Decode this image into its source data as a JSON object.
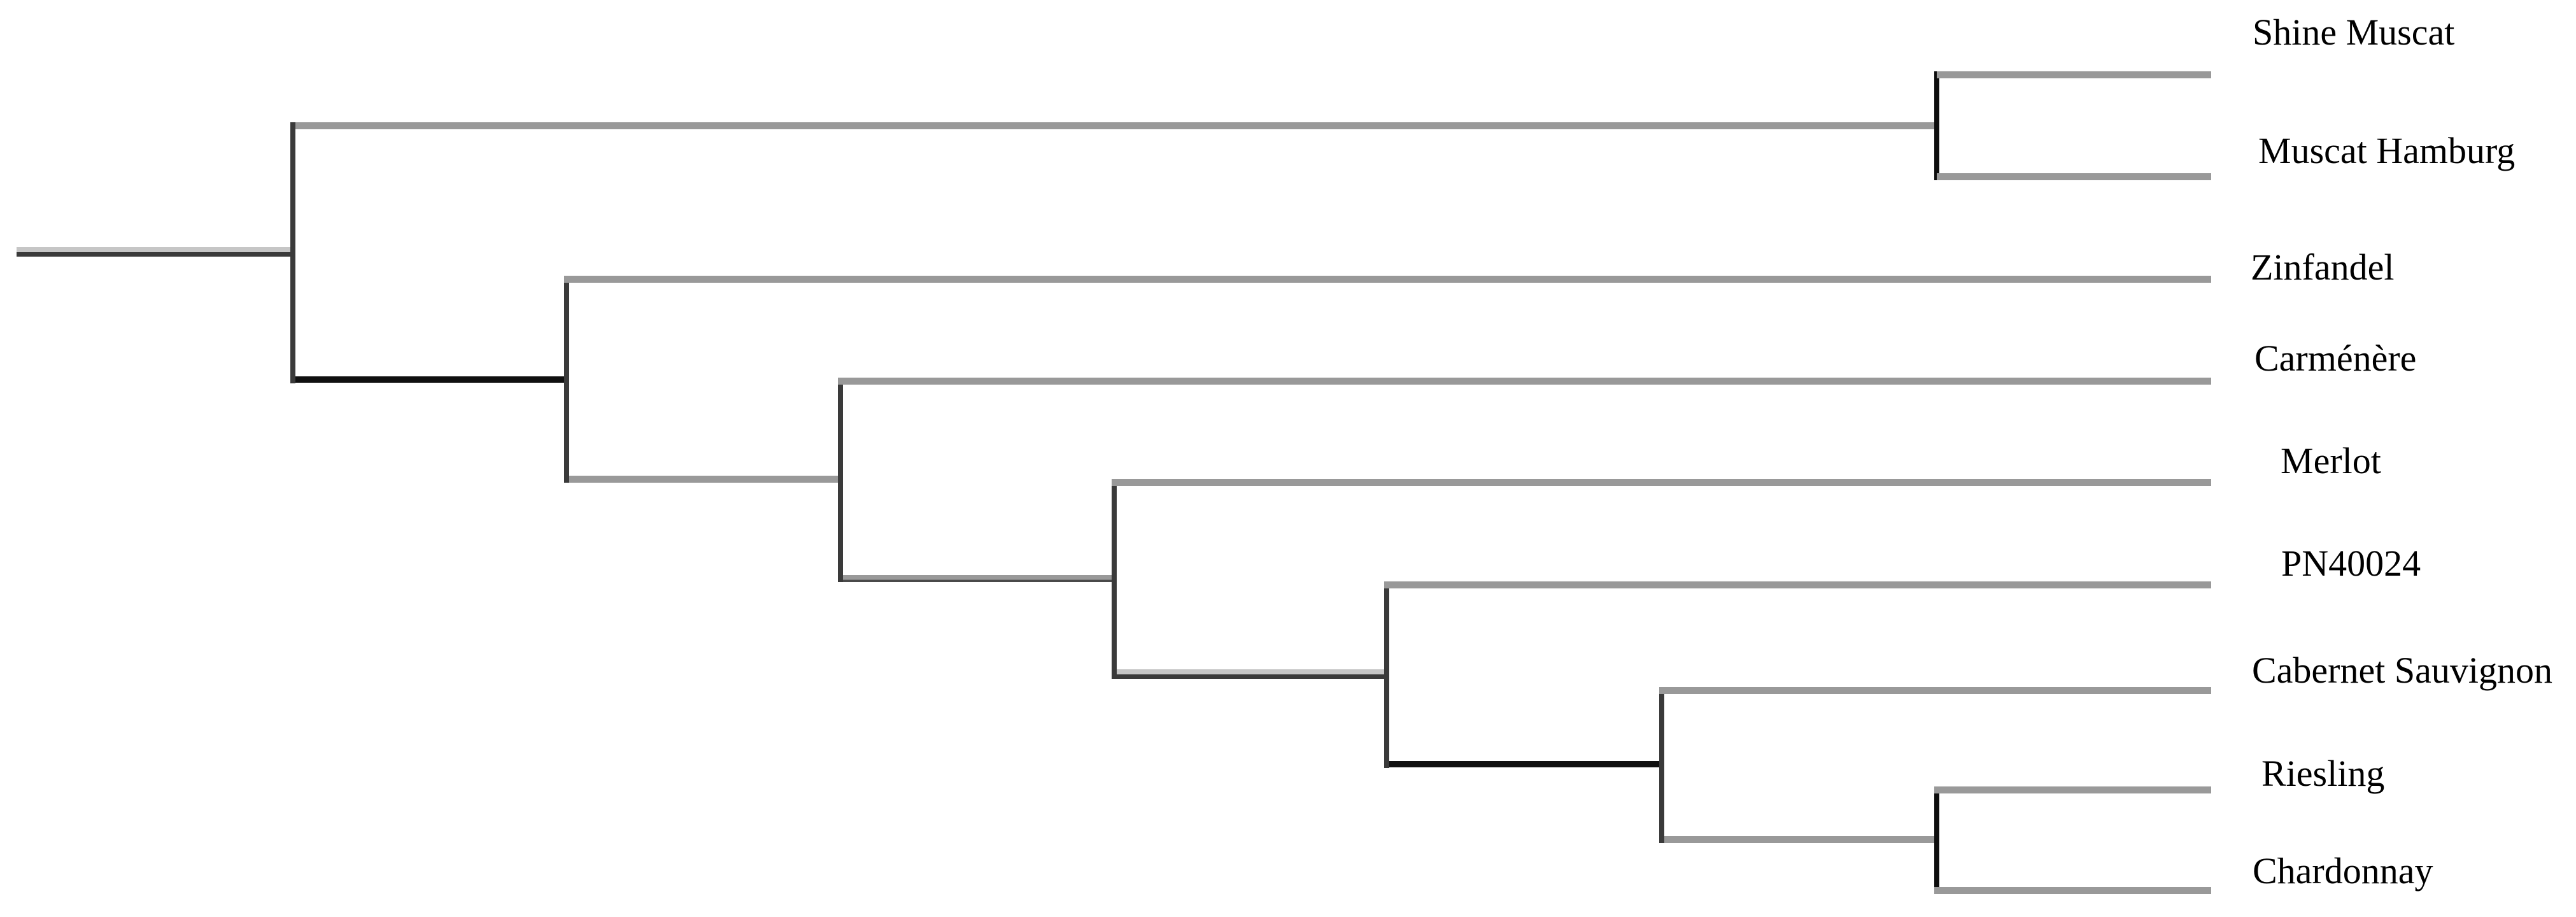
{
  "figure": {
    "type": "cladogram",
    "description": "Phylogenetic tree of grapevine cultivars, rectangular cladogram, root at left, no scale bar, no axis",
    "background_color": "#ffffff",
    "branch_color_gray": "#999999",
    "branch_color_dark": "#3a3a3a",
    "branch_color_black": "#101010",
    "label_color": "#000000",
    "newick": "((Shine Muscat,Muscat Hamburg),(Zinfandel,(Carménère,(Merlot,(PN40024,(Cabernet Sauvignon,(Riesling,Chardonnay)))))));"
  },
  "tree": {
    "leaves": [
      {
        "label": "Shine Muscat"
      },
      {
        "label": "Muscat Hamburg"
      },
      {
        "label": "Zinfandel"
      },
      {
        "label": "Carménère"
      },
      {
        "label": "Merlot"
      },
      {
        "label": "PN40024"
      },
      {
        "label": "Cabernet Sauvignon"
      },
      {
        "label": "Riesling"
      },
      {
        "label": "Chardonnay"
      }
    ],
    "clades": [
      {
        "name": "shine-muscat+muscat-hamburg",
        "children": [
          "Shine Muscat",
          "Muscat Hamburg"
        ]
      },
      {
        "name": "riesling+chardonnay",
        "children": [
          "Riesling",
          "Chardonnay"
        ]
      },
      {
        "name": "cabernet-clade",
        "children": [
          "Cabernet Sauvignon",
          "riesling+chardonnay"
        ]
      },
      {
        "name": "pn40024-clade",
        "children": [
          "PN40024",
          "cabernet-clade"
        ]
      },
      {
        "name": "merlot-clade",
        "children": [
          "Merlot",
          "pn40024-clade"
        ]
      },
      {
        "name": "carmenere-clade",
        "children": [
          "Carménère",
          "merlot-clade"
        ]
      },
      {
        "name": "zinfandel-clade",
        "children": [
          "Zinfandel",
          "carmenere-clade"
        ]
      },
      {
        "name": "root",
        "children": [
          "shine-muscat+muscat-hamburg",
          "zinfandel-clade"
        ]
      }
    ]
  }
}
